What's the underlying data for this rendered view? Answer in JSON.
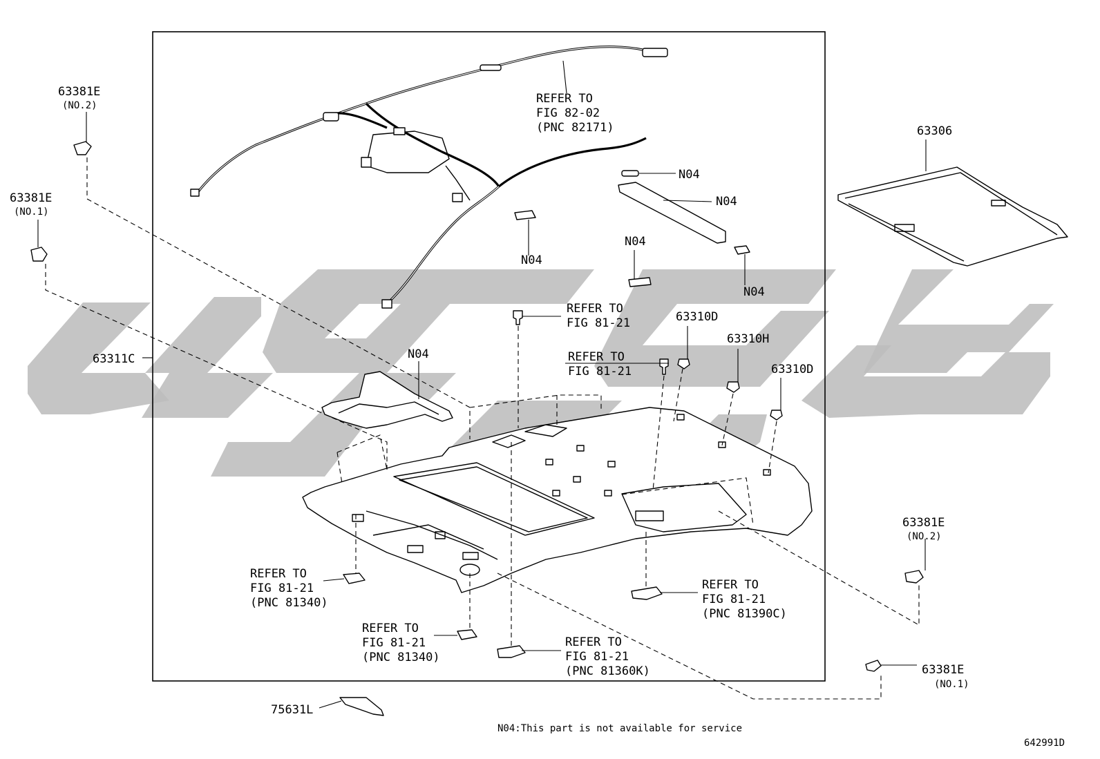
{
  "diagram_id": "642991D",
  "note": "N04:This part is not available for service",
  "callouts": {
    "harness": {
      "line1": "REFER TO",
      "line2": "FIG 82-02",
      "line3": "(PNC 82171)"
    },
    "screw_top": {
      "line1": "REFER TO",
      "line2": "FIG 81-21"
    },
    "screw_mid": {
      "line1": "REFER TO",
      "line2": "FIG 81-21"
    },
    "lamp_left": {
      "line1": "REFER TO",
      "line2": "FIG 81-21",
      "line3": "(PNC 81340)"
    },
    "lamp_center": {
      "line1": "REFER TO",
      "line2": "FIG 81-21",
      "line3": "(PNC 81340)"
    },
    "lamp_front": {
      "line1": "REFER TO",
      "line2": "FIG 81-21",
      "line3": "(PNC 81360K)"
    },
    "lamp_right": {
      "line1": "REFER TO",
      "line2": "FIG 81-21",
      "line3": "(PNC 81390C)"
    }
  },
  "parts": {
    "clip_top_left": {
      "number": "63381E",
      "qualifier": "(NO.2)"
    },
    "clip_left": {
      "number": "63381E",
      "qualifier": "(NO.1)"
    },
    "clip_right_top": {
      "number": "63381E",
      "qualifier": "(NO.2)"
    },
    "clip_right_bottom": {
      "number": "63381E",
      "qualifier": "(NO.1)"
    },
    "headliner": {
      "number": "63311C"
    },
    "sunshade": {
      "number": "63306"
    },
    "clip_d1": {
      "number": "63310D"
    },
    "clip_h": {
      "number": "63310H"
    },
    "clip_d2": {
      "number": "63310D"
    },
    "bracket": {
      "number": "75631L"
    },
    "n04_a": {
      "number": "N04"
    },
    "n04_b": {
      "number": "N04"
    },
    "n04_c": {
      "number": "N04"
    },
    "n04_d": {
      "number": "N04"
    },
    "n04_e": {
      "number": "N04"
    },
    "n04_f": {
      "number": "N04"
    }
  },
  "watermark": {
    "color": "#bdbdbd"
  }
}
